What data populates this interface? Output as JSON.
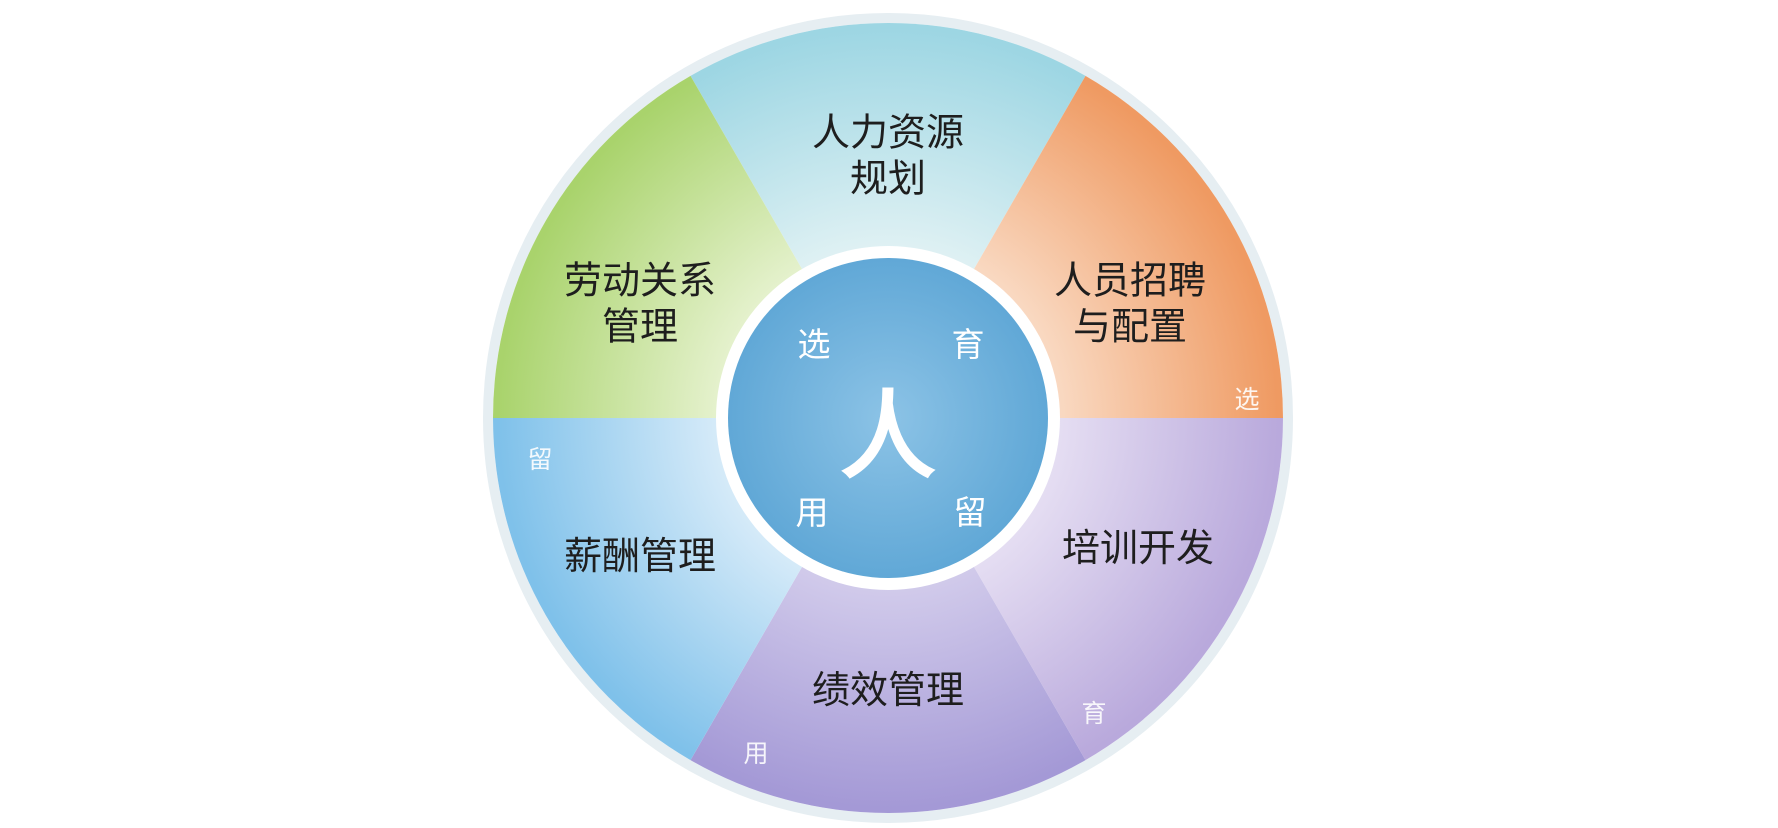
{
  "diagram": {
    "center_char": "人",
    "hub_chars": [
      "选",
      "育",
      "用",
      "留"
    ],
    "segments": [
      {
        "id": "planning",
        "label": "人力资源\n规划",
        "color_outer": "#9dd6e3",
        "color_inner": "#e9f5f6"
      },
      {
        "id": "recruitment",
        "label": "人员招聘\n与配置",
        "color_outer": "#ef9a62",
        "color_inner": "#fbe3d1"
      },
      {
        "id": "training",
        "label": "培训开发",
        "color_outer": "#b9a9dc",
        "color_inner": "#ece6f6"
      },
      {
        "id": "performance",
        "label": "绩效管理",
        "color_outer": "#a499d6",
        "color_inner": "#d8d2ee"
      },
      {
        "id": "compensation",
        "label": "薪酬管理",
        "color_outer": "#7fc1ea",
        "color_inner": "#e3f1fb"
      },
      {
        "id": "labor",
        "label": "劳动关系\n管理",
        "color_outer": "#a9d36c",
        "color_inner": "#eef6dc"
      }
    ],
    "rim_chars": [
      "选",
      "育",
      "用",
      "留"
    ],
    "colors": {
      "hub_fill_outer": "#5fa7d6",
      "hub_fill_inner": "#8cc3e6",
      "hub_ring": "#ffffff",
      "outer_ring": "#e6eef2"
    }
  }
}
